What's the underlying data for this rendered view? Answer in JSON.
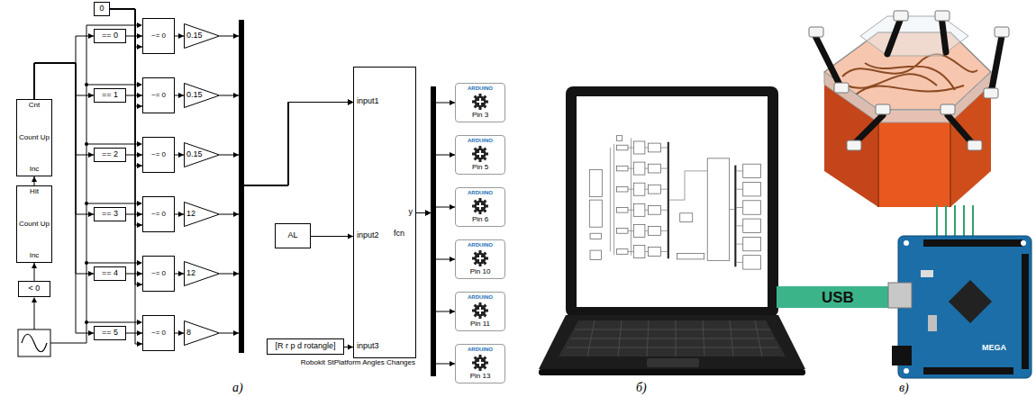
{
  "diagram": {
    "nodes": [
      {
        "text": [
          "0"
        ]
      },
      {
        "text": [
          "Cnt",
          "Count Up",
          "Inc"
        ]
      },
      {
        "text": [
          "Hit",
          "Count Up",
          "Inc"
        ]
      },
      {
        "text": [
          "< 0"
        ]
      },
      {
        "text": [
          "== 0"
        ]
      },
      {
        "text": [
          "== 1"
        ]
      },
      {
        "text": [
          "== 2"
        ]
      },
      {
        "text": [
          "== 3"
        ]
      },
      {
        "text": [
          "== 4"
        ]
      },
      {
        "text": [
          "== 5"
        ]
      },
      {
        "text": [
          "~= 0"
        ]
      },
      {
        "text": [
          "~= 0"
        ]
      },
      {
        "text": [
          "~= 0"
        ]
      },
      {
        "text": [
          "~= 0"
        ]
      },
      {
        "text": [
          "~= 0"
        ]
      },
      {
        "text": [
          "~= 0"
        ]
      },
      {
        "text": [
          "0.15"
        ]
      },
      {
        "text": [
          "0.15"
        ]
      },
      {
        "text": [
          "0.15"
        ]
      },
      {
        "text": [
          "12"
        ]
      },
      {
        "text": [
          "12"
        ]
      },
      {
        "text": [
          "8"
        ]
      },
      {
        "text": [
          "AL"
        ]
      },
      {
        "text": [
          "[R r p d rotangle]"
        ]
      },
      {
        "text": [
          "input1",
          "input2",
          "input3",
          "fcn",
          "y",
          "Robokit StPlatform Angles Changes"
        ]
      },
      {
        "text": [
          "ARDUINO",
          "Pin 3"
        ]
      },
      {
        "text": [
          "ARDUINO",
          "Pin 5"
        ]
      },
      {
        "text": [
          "ARDUINO",
          "Pin 6"
        ]
      },
      {
        "text": [
          "ARDUINO",
          "Pin 10"
        ]
      },
      {
        "text": [
          "ARDUINO",
          "Pin 11"
        ]
      },
      {
        "text": [
          "ARDUINO",
          "Pin 13"
        ]
      }
    ],
    "edges": [
      {
        "from": 3,
        "to": 2,
        "arrow": "to"
      },
      {
        "from": 2,
        "to": 1,
        "arrow": "to"
      },
      {
        "from": 1,
        "to": 4,
        "arrow": "to"
      },
      {
        "from": 1,
        "to": 5,
        "arrow": "to"
      },
      {
        "from": 1,
        "to": 6,
        "arrow": "to"
      },
      {
        "from": 1,
        "to": 7,
        "arrow": "to"
      },
      {
        "from": 1,
        "to": 8,
        "arrow": "to"
      },
      {
        "from": 1,
        "to": 9,
        "arrow": "to"
      },
      {
        "from": 4,
        "to": 10,
        "arrow": "to"
      },
      {
        "from": 5,
        "to": 11,
        "arrow": "to"
      },
      {
        "from": 6,
        "to": 12,
        "arrow": "to"
      },
      {
        "from": 7,
        "to": 13,
        "arrow": "to"
      },
      {
        "from": 8,
        "to": 14,
        "arrow": "to"
      },
      {
        "from": 9,
        "to": 15,
        "arrow": "to"
      },
      {
        "from": 0,
        "to": 10,
        "arrow": "to"
      },
      {
        "from": 0,
        "to": 11,
        "arrow": "to"
      },
      {
        "from": 0,
        "to": 12,
        "arrow": "to"
      },
      {
        "from": 0,
        "to": 13,
        "arrow": "to"
      },
      {
        "from": 0,
        "to": 14,
        "arrow": "to"
      },
      {
        "from": 0,
        "to": 15,
        "arrow": "to"
      },
      {
        "from": 10,
        "to": 16,
        "arrow": "to"
      },
      {
        "from": 11,
        "to": 17,
        "arrow": "to"
      },
      {
        "from": 12,
        "to": 18,
        "arrow": "to"
      },
      {
        "from": 13,
        "to": 19,
        "arrow": "to"
      },
      {
        "from": 14,
        "to": 20,
        "arrow": "to"
      },
      {
        "from": 15,
        "to": 21,
        "arrow": "to"
      },
      {
        "from": 16,
        "to": 24,
        "arrow": "to"
      },
      {
        "from": 17,
        "to": 24,
        "arrow": "to"
      },
      {
        "from": 18,
        "to": 24,
        "arrow": "to"
      },
      {
        "from": 19,
        "to": 24,
        "arrow": "to"
      },
      {
        "from": 20,
        "to": 24,
        "arrow": "to"
      },
      {
        "from": 21,
        "to": 24,
        "arrow": "to"
      },
      {
        "from": 22,
        "to": 24,
        "arrow": "to"
      },
      {
        "from": 23,
        "to": 24,
        "arrow": "to"
      },
      {
        "from": 24,
        "to": 25,
        "arrow": "to"
      },
      {
        "from": 24,
        "to": 26,
        "arrow": "to"
      },
      {
        "from": 24,
        "to": 27,
        "arrow": "to"
      },
      {
        "from": 24,
        "to": 28,
        "arrow": "to"
      },
      {
        "from": 24,
        "to": 29,
        "arrow": "to"
      },
      {
        "from": 24,
        "to": 30,
        "arrow": "to"
      }
    ],
    "labels": [
      "USB",
      "MEGA",
      "а)",
      "б)",
      "в)"
    ]
  }
}
